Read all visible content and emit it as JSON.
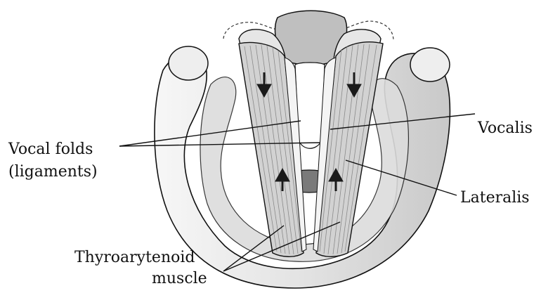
{
  "labels": {
    "vocal_folds": "Vocal folds",
    "ligaments": "(ligaments)",
    "vocalis": "Vocalis",
    "lateralis": "Lateralis",
    "thyroarytenoid": "Thyroarytenoid",
    "muscle": "muscle"
  },
  "colors": {
    "line": "#111111",
    "cartilage_fill": "#e9e9e9",
    "cartilage_shade": "#bdbdbd",
    "muscle_fill": "#d2d2d2",
    "muscle_fiber": "#8a8a8a",
    "arrow": "#1a1a1a"
  }
}
